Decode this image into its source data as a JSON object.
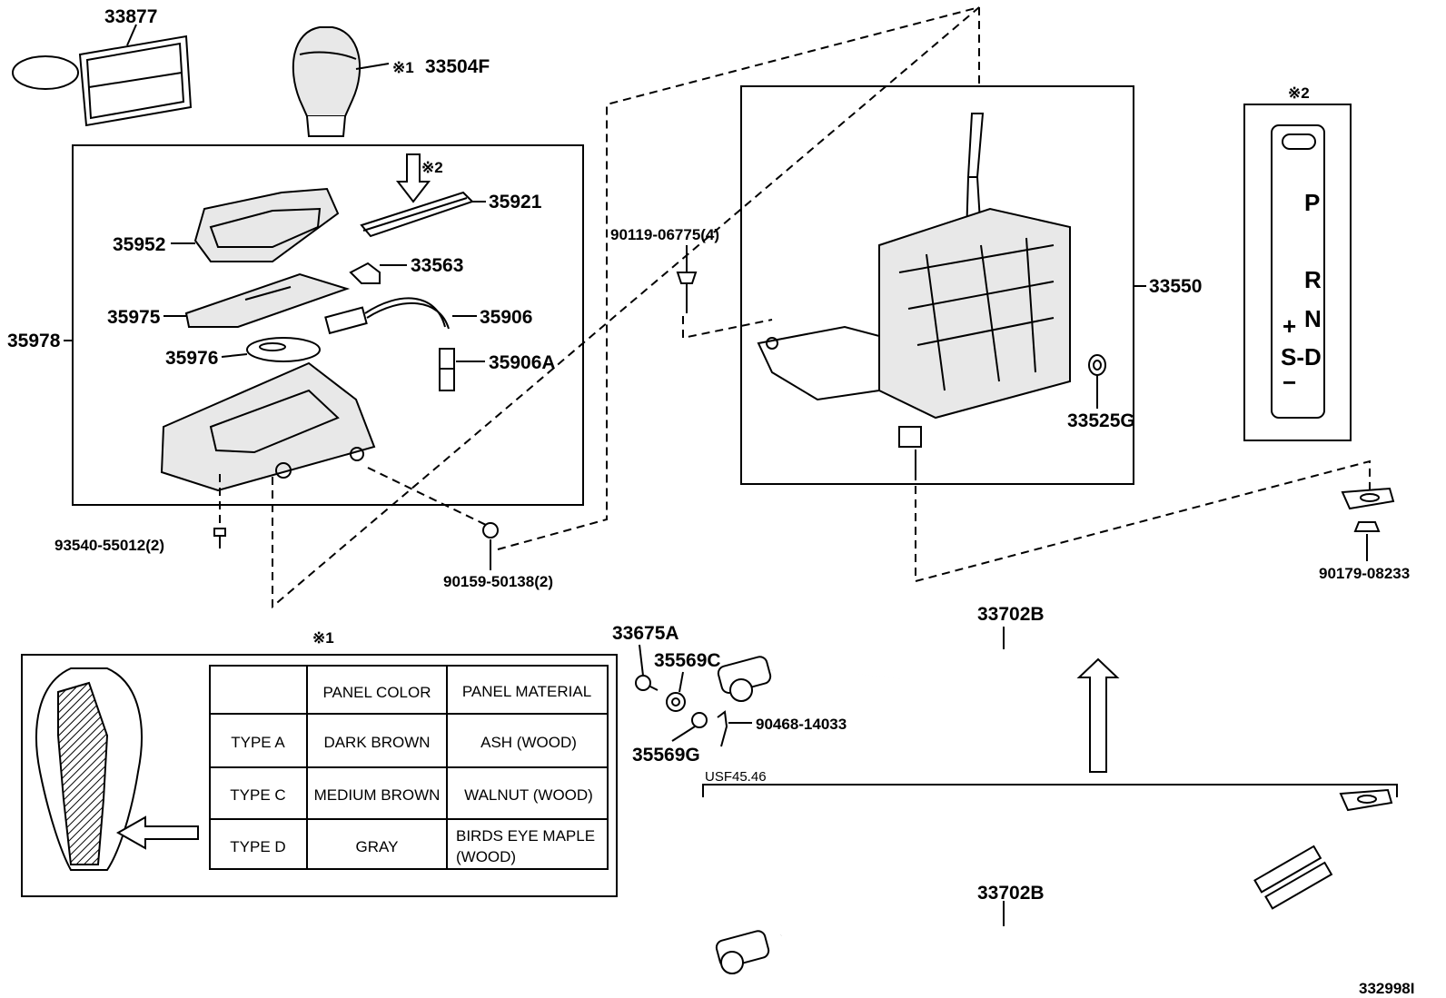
{
  "labels": {
    "p33877": "33877",
    "p33504f": "33504F",
    "p33504f_mark": "※1",
    "p35921": "35921",
    "p35952": "35952",
    "p33563": "33563",
    "p35975": "35975",
    "p35906": "35906",
    "p35978": "35978",
    "p35976": "35976",
    "p35906a": "35906A",
    "p93540": "93540-55012(2)",
    "p90159": "90159-50138(2)",
    "p90119": "90119-06775(4)",
    "p33550": "33550",
    "p33525g": "33525G",
    "p90179": "90179-08233",
    "p33675a": "33675A",
    "p35569c": "35569C",
    "p90468": "90468-14033",
    "p35569g": "35569G",
    "p33702b_top": "33702B",
    "p33702b_bottom": "33702B",
    "usf": "USF45.46",
    "figure_id": "332998I",
    "mark2_arrow": "※2",
    "mark2_gate": "※2",
    "mark1_table": "※1"
  },
  "gate": {
    "p": "P",
    "r": "R",
    "n": "N",
    "plus": "+",
    "sd": "S-D",
    "minus": "−"
  },
  "table": {
    "headers": [
      "",
      "PANEL COLOR",
      "PANEL MATERIAL"
    ],
    "rows": [
      [
        "TYPE A",
        "DARK BROWN",
        "ASH (WOOD)"
      ],
      [
        "TYPE C",
        "MEDIUM BROWN",
        "WALNUT (WOOD)"
      ],
      [
        "TYPE D",
        "GRAY",
        "BIRDS EYE MAPLE",
        "(WOOD)"
      ]
    ]
  }
}
